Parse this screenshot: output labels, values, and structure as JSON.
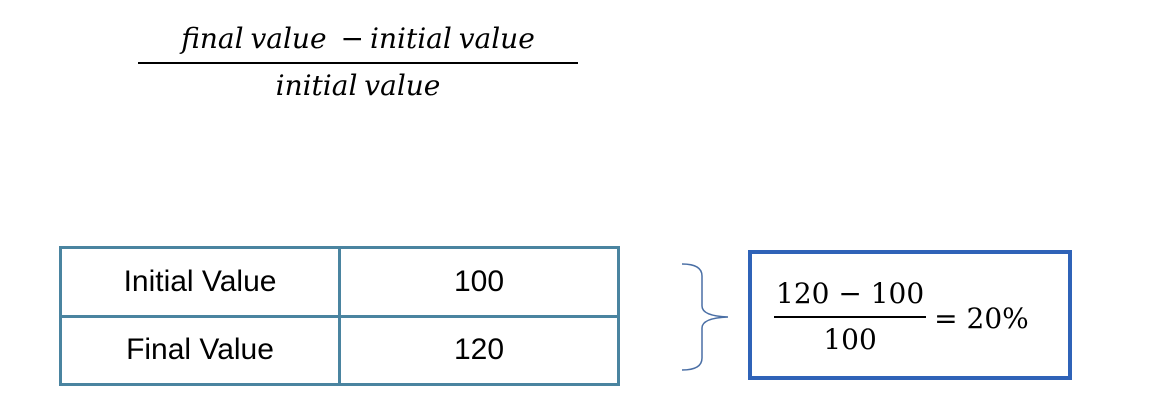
{
  "formula": {
    "numerator_left": "final value",
    "minus_sign": "−",
    "numerator_right": "initial value",
    "denominator": "initial value"
  },
  "table": {
    "rows": [
      {
        "label": "Initial Value",
        "value": "100"
      },
      {
        "label": "Final Value",
        "value": "120"
      }
    ]
  },
  "result": {
    "numerator": "120 − 100",
    "denominator": "100",
    "equals": "= 20%"
  },
  "colors": {
    "table_border": "#4a84a0",
    "result_border": "#2f63b8",
    "brace": "#4a6fa5"
  }
}
